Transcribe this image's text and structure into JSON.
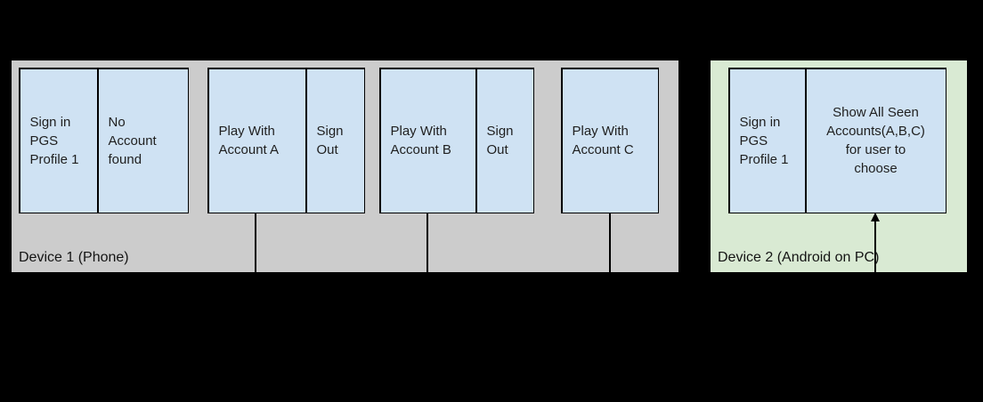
{
  "page": {
    "background": "#000000"
  },
  "colors": {
    "device1_bg": "#cccccc",
    "device2_bg": "#d9ead3",
    "box_bg": "#cfe2f3",
    "border": "#000000",
    "text": "#1f1f1f"
  },
  "device1": {
    "label": "Device 1 (Phone)",
    "groups": [
      {
        "cells": [
          {
            "text": "Sign in\nPGS\nProfile 1"
          },
          {
            "text": "No\nAccount\nfound"
          }
        ]
      },
      {
        "cells": [
          {
            "text": "Play With\nAccount A"
          },
          {
            "text": "Sign\nOut"
          }
        ]
      },
      {
        "cells": [
          {
            "text": "Play With\nAccount B"
          },
          {
            "text": "Sign\nOut"
          }
        ]
      },
      {
        "cells": [
          {
            "text": "Play With\nAccount C"
          }
        ]
      }
    ]
  },
  "device2": {
    "label": "Device 2 (Android on PC)",
    "cells": [
      {
        "text": "Sign in\nPGS\nProfile 1"
      },
      {
        "text": "Show All Seen\nAccounts(A,B,C)\nfor user to\nchoose"
      }
    ]
  }
}
